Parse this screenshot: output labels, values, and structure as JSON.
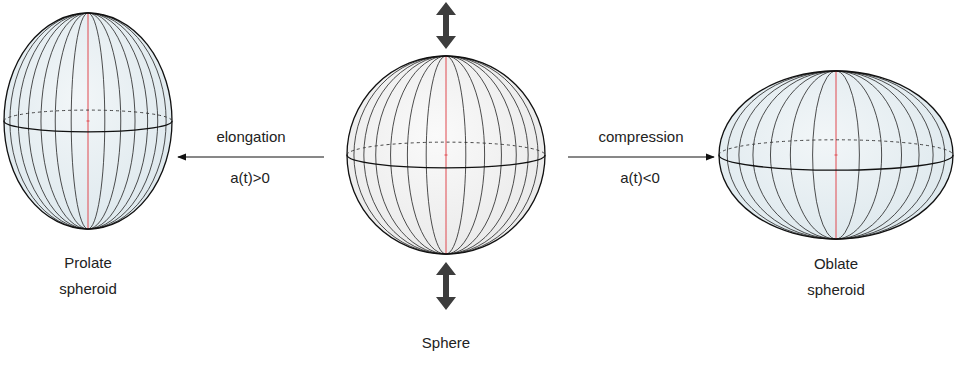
{
  "diagram": {
    "nodes": [
      {
        "text": [
          "Prolate spheroid"
        ]
      },
      {
        "text": [
          "Sphere"
        ]
      },
      {
        "text": [
          "Oblate spheroid"
        ]
      }
    ],
    "edges": [
      {
        "from": 1,
        "to": 0,
        "arrow": "to",
        "label": "elongation"
      },
      {
        "from": 1,
        "to": 2,
        "arrow": "to",
        "label": "compression"
      }
    ],
    "labels": [
      "a(t)>0",
      "a(t)<0"
    ]
  }
}
